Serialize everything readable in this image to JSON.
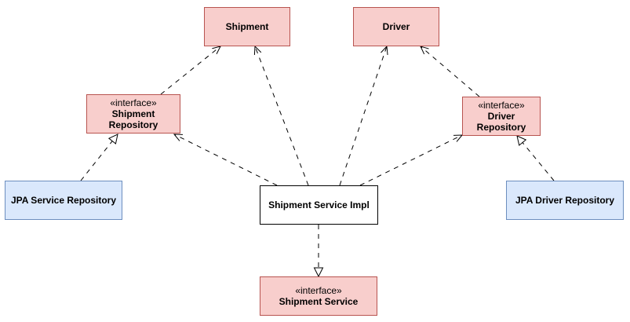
{
  "colors": {
    "entity_fill": "#f8cecc",
    "entity_stroke": "#b85450",
    "impl_fill": "#dae8fc",
    "impl_stroke": "#6c8ebf",
    "edge": "#000000"
  },
  "nodes": {
    "shipment": {
      "name": "Shipment"
    },
    "driver": {
      "name": "Driver"
    },
    "shipment_repository": {
      "stereotype": "«interface»",
      "name": "Shipment\nRepository"
    },
    "driver_repository": {
      "stereotype": "«interface»",
      "name": "Driver\nRepository"
    },
    "jpa_service_repository": {
      "name": "JPA Service Repository"
    },
    "jpa_driver_repository": {
      "name": "JPA Driver Repository"
    },
    "shipment_service_impl": {
      "name": "Shipment Service Impl"
    },
    "shipment_service": {
      "stereotype": "«interface»",
      "name": "Shipment Service"
    }
  },
  "edges": [
    {
      "from": "shipment_repository",
      "to": "shipment",
      "kind": "dependency"
    },
    {
      "from": "shipment_service_impl",
      "to": "shipment",
      "kind": "dependency"
    },
    {
      "from": "shipment_service_impl",
      "to": "driver",
      "kind": "dependency"
    },
    {
      "from": "driver_repository",
      "to": "driver",
      "kind": "dependency"
    },
    {
      "from": "shipment_service_impl",
      "to": "shipment_repository",
      "kind": "dependency"
    },
    {
      "from": "shipment_service_impl",
      "to": "driver_repository",
      "kind": "dependency"
    },
    {
      "from": "jpa_service_repository",
      "to": "shipment_repository",
      "kind": "realization"
    },
    {
      "from": "jpa_driver_repository",
      "to": "driver_repository",
      "kind": "realization"
    },
    {
      "from": "shipment_service_impl",
      "to": "shipment_service",
      "kind": "realization"
    }
  ]
}
